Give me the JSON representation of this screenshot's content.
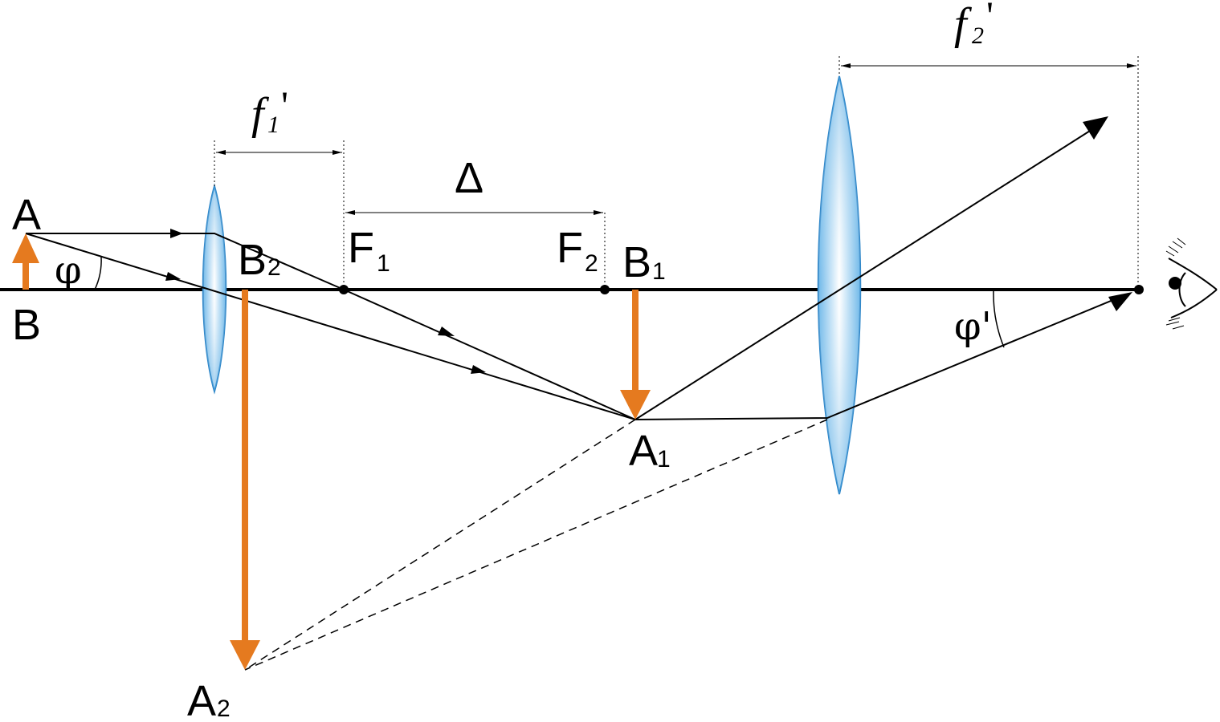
{
  "labels": {
    "A": "A",
    "B": "B",
    "phi": "φ",
    "B2_main": "B",
    "B2_sub": "2",
    "F1_main": "F",
    "F1_sub": "1",
    "F2_main": "F",
    "F2_sub": "2",
    "B1_main": "B",
    "B1_sub": "1",
    "A1_main": "A",
    "A1_sub": "1",
    "A2_main": "A",
    "A2_sub": "2",
    "phi_prime": "φ'",
    "delta": "Δ",
    "f1_main": "f",
    "f1_sub": "1",
    "f1_prime": "'",
    "f2_main": "f",
    "f2_sub": "2",
    "f2_prime": "'"
  },
  "colors": {
    "arrow": "#e57a1f",
    "lens_edge": "#2e86c8",
    "lens_fill": "#8cc6ee",
    "line": "#000000"
  }
}
